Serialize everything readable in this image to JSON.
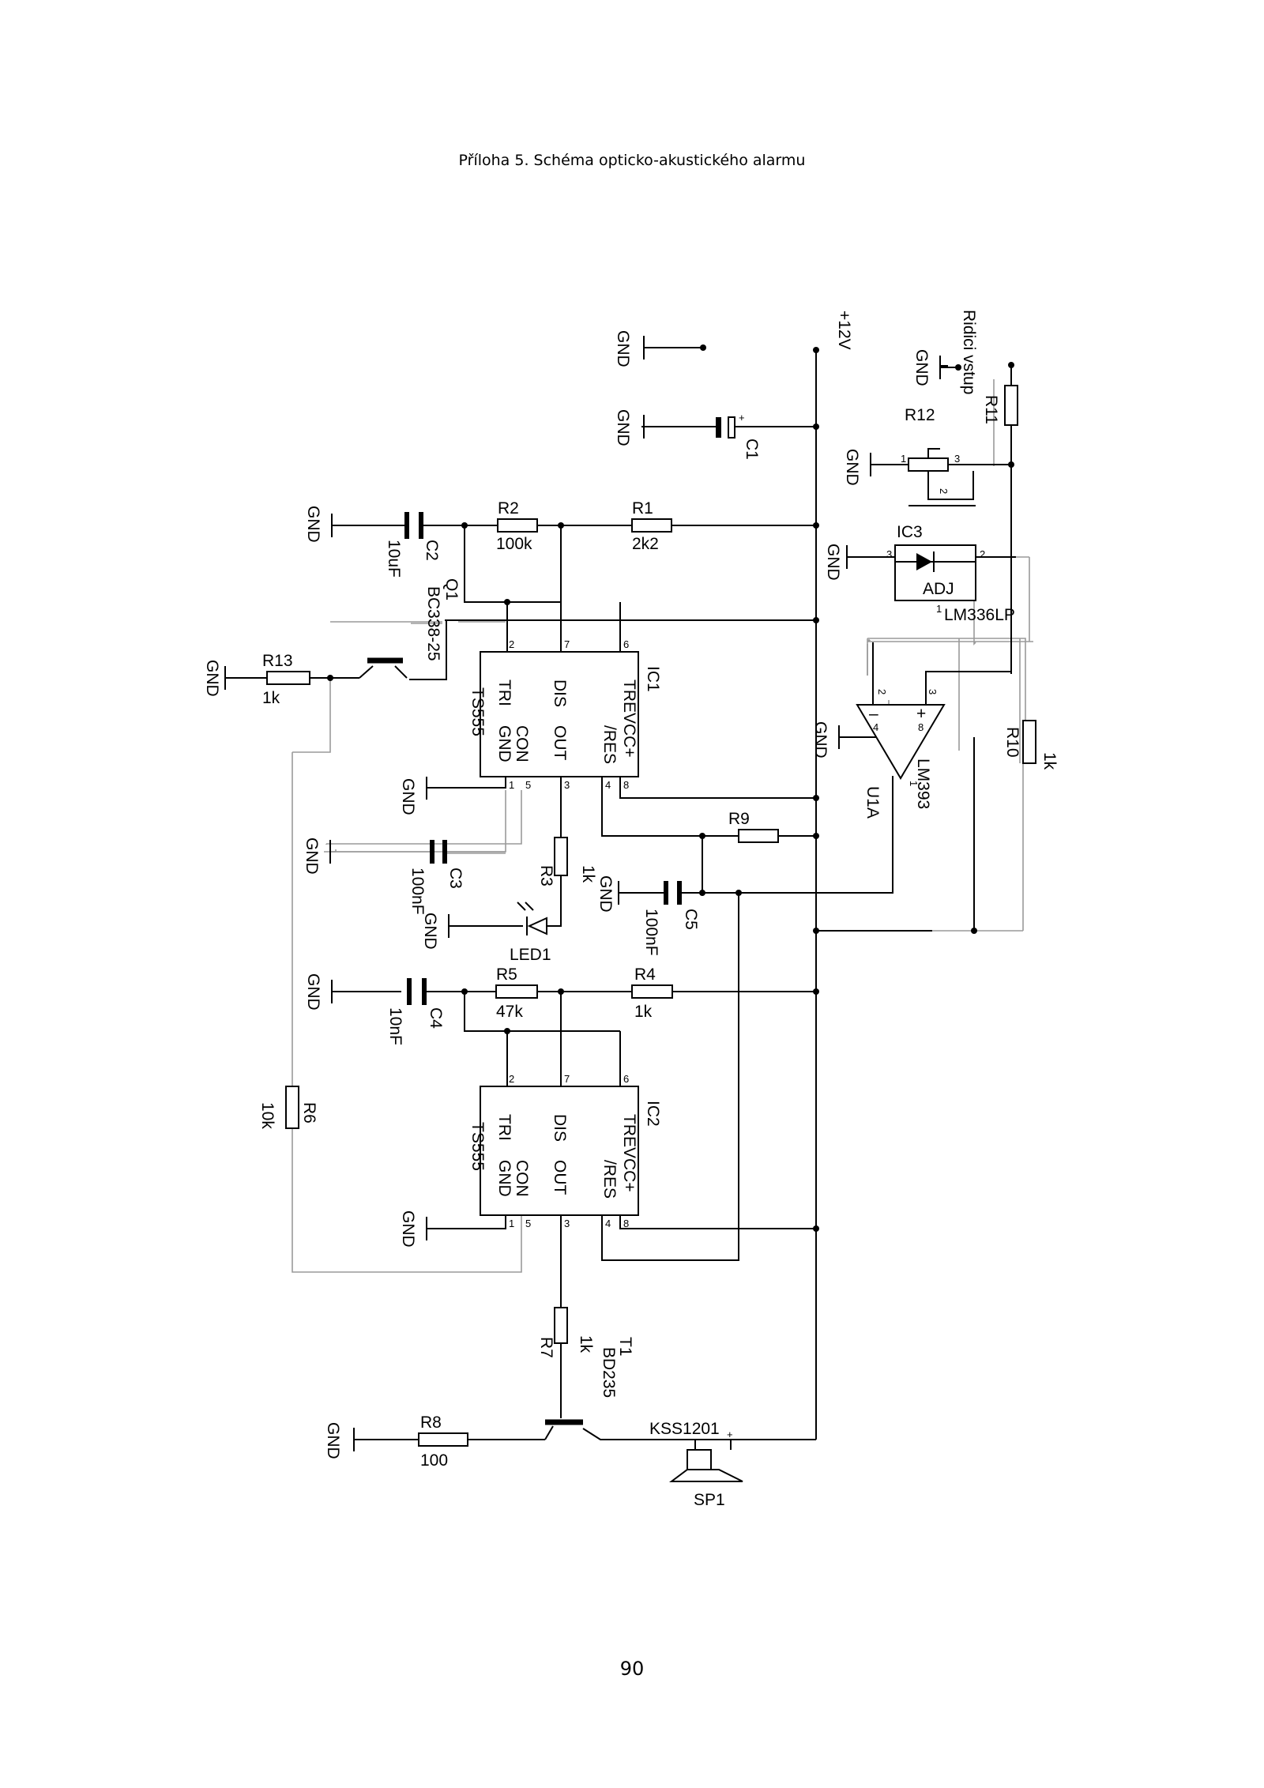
{
  "caption": "Příloha 5. Schéma opticko-akustického alarmu",
  "page_number": "90",
  "nets": {
    "supply": "+12V",
    "ground": "GND",
    "control_input": "Ridici vstup"
  },
  "timer_pins": {
    "tri": "TRI",
    "dis": "DIS",
    "tre": "TRE",
    "vcc": "VCC+",
    "con": "CON",
    "gnd": "GND",
    "out": "OUT",
    "res": "/RES"
  },
  "ic1": {
    "ref": "IC1",
    "type": "TS555",
    "pins": [
      "2",
      "7",
      "6",
      "1",
      "5",
      "3",
      "4",
      "8"
    ]
  },
  "ic2": {
    "ref": "IC2",
    "type": "TS555",
    "pins": [
      "2",
      "7",
      "6",
      "1",
      "5",
      "3",
      "4",
      "8"
    ]
  },
  "ic3": {
    "ref": "IC3",
    "type": "LM336LP",
    "adj": "ADJ",
    "pins": [
      "3",
      "2",
      "1"
    ]
  },
  "u1a": {
    "ref": "U1A",
    "type": "LM393",
    "minus": "–",
    "plus": "+",
    "pins": [
      "2",
      "3",
      "4",
      "8",
      "1"
    ]
  },
  "q1": {
    "ref": "Q1",
    "type": "BC338-25"
  },
  "t1": {
    "ref": "T1",
    "type": "BD235"
  },
  "r1": {
    "ref": "R1",
    "value": "2k2"
  },
  "r2": {
    "ref": "R2",
    "value": "100k"
  },
  "r3": {
    "ref": "R3",
    "value": "1k"
  },
  "r4": {
    "ref": "R4",
    "value": "1k"
  },
  "r5": {
    "ref": "R5",
    "value": "47k"
  },
  "r6": {
    "ref": "R6",
    "value": "10k"
  },
  "r7": {
    "ref": "R7",
    "value": "1k"
  },
  "r8": {
    "ref": "R8",
    "value": "100"
  },
  "r9": {
    "ref": "R9"
  },
  "r10": {
    "ref": "R10",
    "value": "1k"
  },
  "r11": {
    "ref": "R11"
  },
  "r12": {
    "ref": "R12",
    "pins": [
      "1",
      "3",
      "2"
    ]
  },
  "r13": {
    "ref": "R13",
    "value": "1k"
  },
  "c1": {
    "ref": "C1",
    "polarity": "+"
  },
  "c2": {
    "ref": "C2",
    "value": "10uF"
  },
  "c3": {
    "ref": "C3",
    "value": "100nF"
  },
  "c4": {
    "ref": "C4",
    "value": "10nF"
  },
  "c5": {
    "ref": "C5",
    "value": "100nF"
  },
  "led1": {
    "ref": "LED1"
  },
  "sp1": {
    "ref": "SP1",
    "type": "KSS1201",
    "polarity": "+"
  }
}
